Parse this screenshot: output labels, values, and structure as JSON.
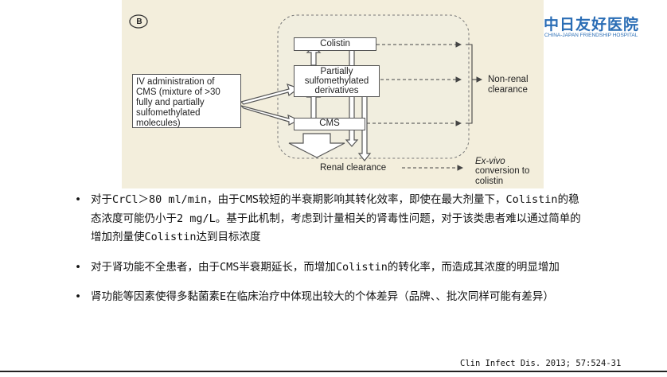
{
  "figure": {
    "panel_label": "B",
    "iv_box": "IV administration of CMS (mixture of >30 fully and partially sulfomethylated molecules)",
    "colistin": "Colistin",
    "partial": "Partially sulfomethylated derivatives",
    "cms": "CMS",
    "renal": "Renal clearance",
    "nonrenal": "Non-renal clearance",
    "exvivo_1": "Ex-vivo",
    "exvivo_2": "conversion to colistin"
  },
  "logo": {
    "chinese": "中日友好医院",
    "english": "CHINA-JAPAN FRIENDSHIP HOSPITAL"
  },
  "bullets": [
    "对于CrCl＞80 ml/min，由于CMS较短的半衰期影响其转化效率，即使在最大剂量下，Colistin的稳态浓度可能仍小于2 mg/L。基于此机制，考虑到计量相关的肾毒性问题，对于该类患者难以通过简单的增加剂量使Colistin达到目标浓度",
    "对于肾功能不全患者，由于CMS半衰期延长，而增加Colistin的转化率，而造成其浓度的明显增加",
    "肾功能等因素使得多黏菌素E在临床治疗中体现出较大的个体差异（品牌、、批次同样可能有差异）"
  ],
  "citation": "Clin Infect Dis. 2013; 57:524-31"
}
